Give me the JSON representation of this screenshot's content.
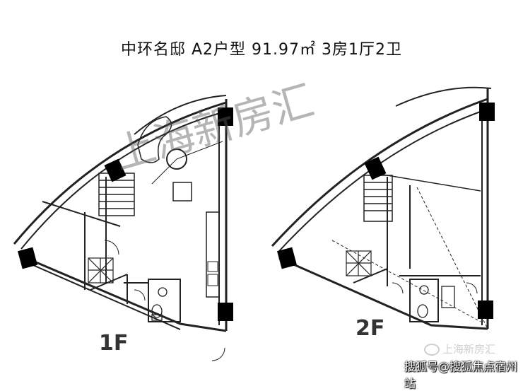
{
  "title": "中环名邸 A2户型 91.97㎡ 3房1厅2卫",
  "floors": {
    "first": "1F",
    "second": "2F"
  },
  "watermarks": {
    "diagonal": "上海新房汇",
    "wechat": "上海新房汇",
    "site": "搜狐号@搜狐焦点宿州站"
  },
  "colors": {
    "line": "#222222",
    "column": "#000000",
    "watermark": "#5a5a5a"
  }
}
